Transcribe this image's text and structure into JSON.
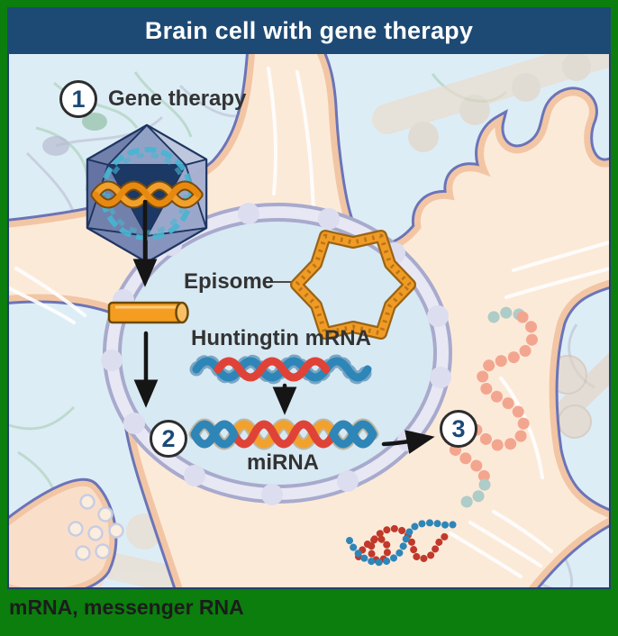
{
  "header": {
    "title": "Brain cell with gene therapy"
  },
  "steps": [
    {
      "number": "1",
      "label": "Gene therapy"
    },
    {
      "number": "2",
      "label": ""
    },
    {
      "number": "3",
      "label": ""
    }
  ],
  "labels": {
    "episome": "Episome",
    "huntingtin_mrna": "Huntingtin mRNA",
    "mirna": "miRNA"
  },
  "footnote": "mRNA, messenger RNA",
  "colors": {
    "frame_green": "#0b7e0d",
    "header_navy": "#1d4a75",
    "background_blue": "#ddedf6",
    "cell_peach": "#fcead9",
    "membrane_purple": "#6b74b8",
    "nucleus_blue": "#d7e9f3",
    "nuclear_envelope": "#a8aacd",
    "dna_orange": "#f09b25",
    "rna_red": "#df4338",
    "rna_blue": "#2e86b8",
    "capsid_blue": "#5d6d9e",
    "protein_salmon": "#f3a68f",
    "step_number_navy": "#1c4a78"
  },
  "figure_elements": {
    "virus_capsid": "virus-capsid-icon",
    "transgene_rod": "gene-rod-icon",
    "episome": "episome-loop-icon",
    "huntingtin_mrna_strand": "mrna-strand-icon",
    "mirna_duplex": "mirna-duplex-icon",
    "protein_chain": "protein-bead-chain-icon",
    "mrna_tangle": "cytoplasmic-mrna-icon",
    "neuron": "brain-cell",
    "nucleus": "cell-nucleus",
    "synaptic_terminal": "synaptic-terminal-with-vesicles"
  }
}
